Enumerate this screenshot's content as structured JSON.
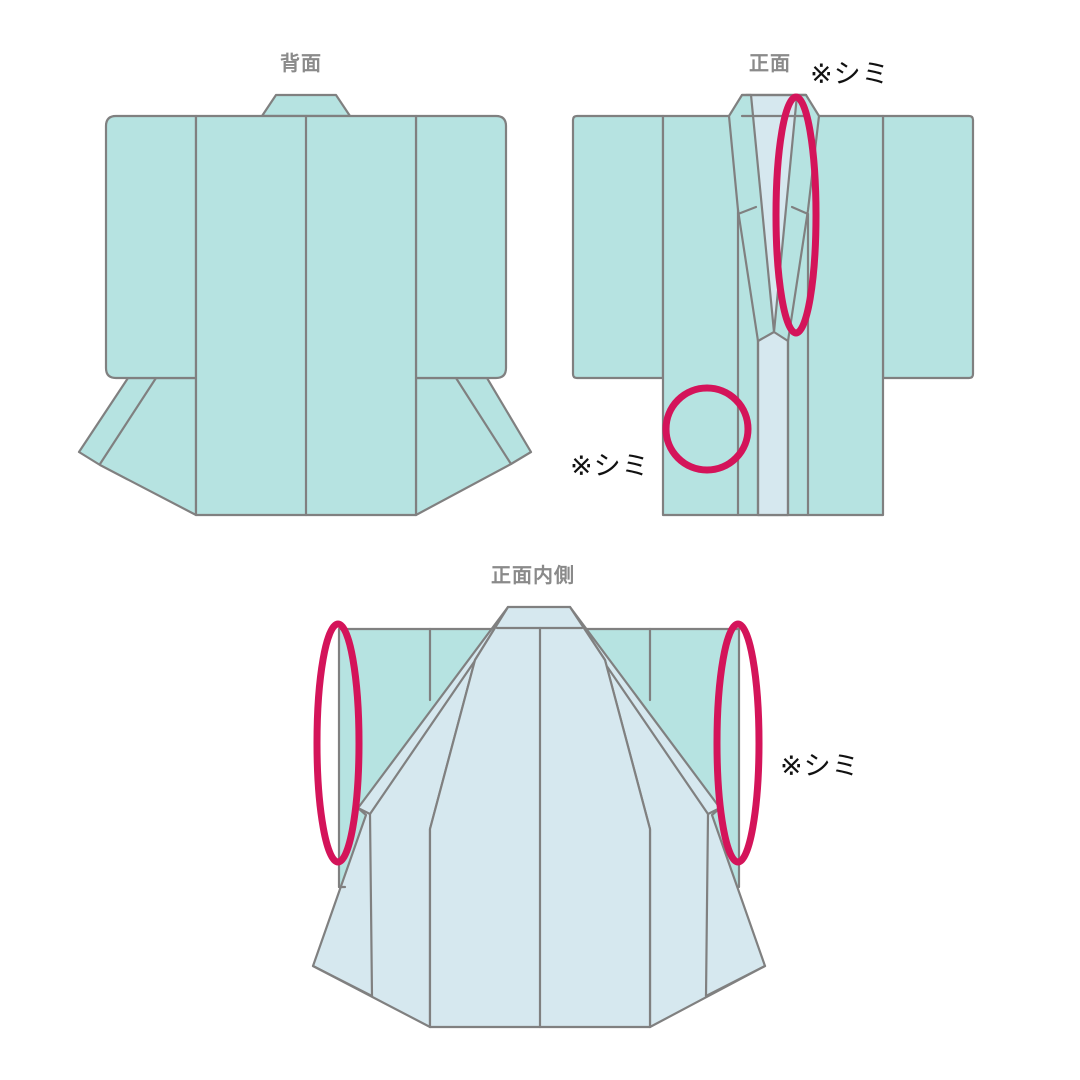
{
  "diagram": {
    "subject": "kimono (haori) stain location chart",
    "colors": {
      "garment_outer": "#b6e3e1",
      "garment_lining": "#d6e8ef",
      "seam_lines": "#808080",
      "stain_marker": "#d4145a",
      "title_text": "#8a8a8a",
      "label_text": "#111111"
    },
    "views": [
      {
        "id": "back",
        "title": "背面",
        "stain_markers": 0
      },
      {
        "id": "front",
        "title": "正面",
        "stain_markers": 2
      },
      {
        "id": "front-inside",
        "title": "正面内側",
        "stain_markers": 2
      }
    ],
    "annotations": [
      {
        "view": "front",
        "text": "※シミ",
        "target": "collar / right front lapel (ellipse)"
      },
      {
        "view": "front",
        "text": "※シミ",
        "target": "lower left front panel (circle)"
      },
      {
        "view": "front-inside",
        "text": "※シミ",
        "target": "both sleeve edges on inside (ellipses)"
      }
    ]
  }
}
